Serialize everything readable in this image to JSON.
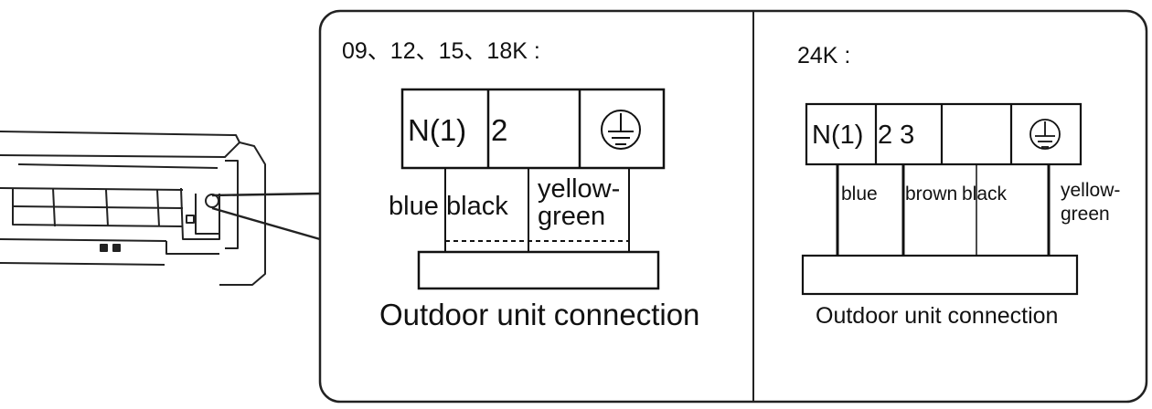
{
  "left_panel": {
    "model_heading": "09、12、15、18K :",
    "terminals": [
      "N(1)",
      "2"
    ],
    "wires": [
      "blue",
      "black",
      "yellow-",
      "green"
    ],
    "caption": "Outdoor unit connection"
  },
  "right_panel": {
    "model_heading": "24K :",
    "terminals": [
      "N(1)",
      "2 3"
    ],
    "wires": [
      "blue",
      "brown",
      "black",
      "yellow-",
      "green"
    ],
    "caption": "Outdoor unit connection"
  },
  "icons": {
    "ground": "ground-icon",
    "unit": "indoor-unit-illustration"
  }
}
